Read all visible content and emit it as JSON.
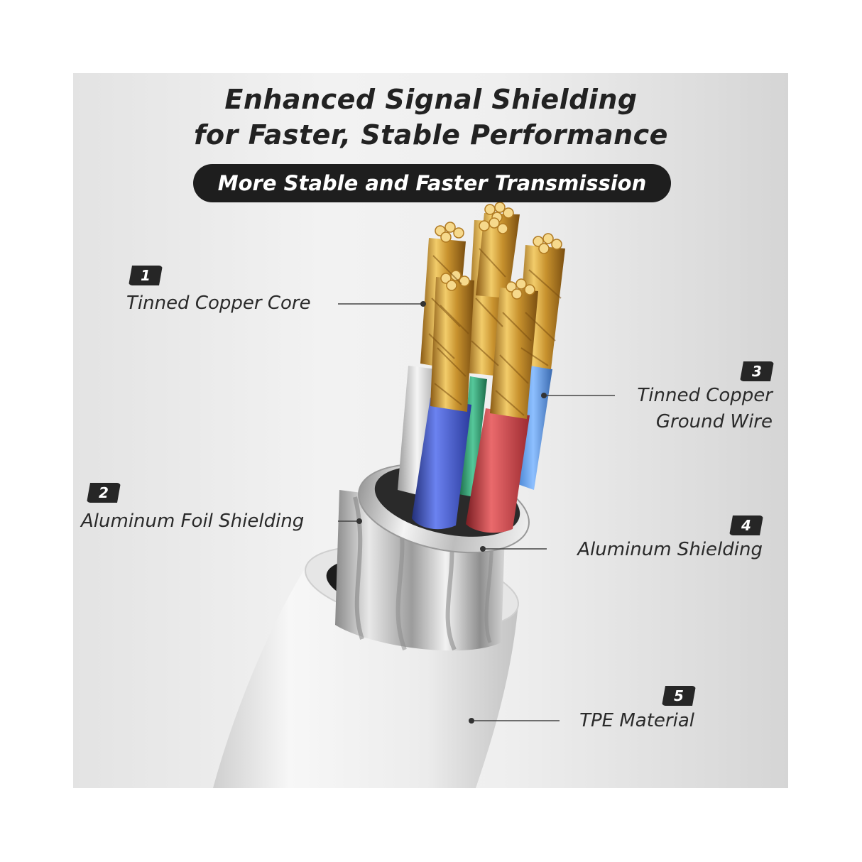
{
  "header": {
    "title_line1": "Enhanced Signal Shielding",
    "title_line2": "for Faster, Stable Performance",
    "subtitle": "More Stable and Faster Transmission"
  },
  "callouts": [
    {
      "number": "1",
      "label": "Tinned Copper Core"
    },
    {
      "number": "2",
      "label": "Aluminum Foil Shielding"
    },
    {
      "number": "3",
      "label_line1": "Tinned Copper",
      "label_line2": "Ground Wire"
    },
    {
      "number": "4",
      "label": "Aluminum Shielding"
    },
    {
      "number": "5",
      "label": "TPE Material"
    }
  ],
  "colors": {
    "copper": "#d4a640",
    "wire_blue": "#3a52c8",
    "wire_red": "#c83a3e",
    "wire_green": "#2fa070",
    "jacket": "#f0f0f0",
    "badge": "#262626"
  }
}
